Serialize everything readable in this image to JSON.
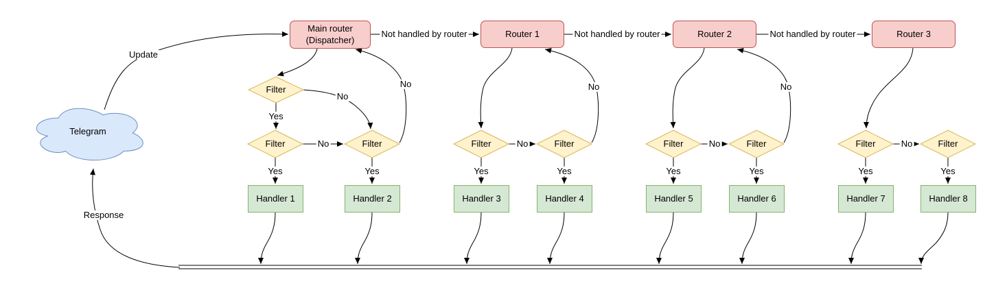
{
  "cloud": {
    "label": "Telegram"
  },
  "routers": [
    {
      "line1": "Main router",
      "line2": "(Dispatcher)"
    },
    {
      "label": "Router 1"
    },
    {
      "label": "Router 2"
    },
    {
      "label": "Router 3"
    }
  ],
  "filters": [
    "Filter",
    "Filter",
    "Filter",
    "Filter",
    "Filter",
    "Filter",
    "Filter",
    "Filter",
    "Filter"
  ],
  "handlers": [
    "Handler 1",
    "Handler 2",
    "Handler 3",
    "Handler 4",
    "Handler 5",
    "Handler 6",
    "Handler 7",
    "Handler 8"
  ],
  "edge_labels": {
    "update": "Update",
    "response": "Response",
    "yes": "Yes",
    "no": "No",
    "not_handled": "Not handled by router"
  },
  "colors": {
    "router_fill": "#f8cecc",
    "router_stroke": "#b85450",
    "filter_fill": "#fff2cc",
    "filter_stroke": "#d6b656",
    "handler_fill": "#d5e8d4",
    "handler_stroke": "#82b366",
    "cloud_fill": "#dae8fc",
    "cloud_stroke": "#6c8ebf",
    "connector": "#000000",
    "background": "#ffffff"
  }
}
